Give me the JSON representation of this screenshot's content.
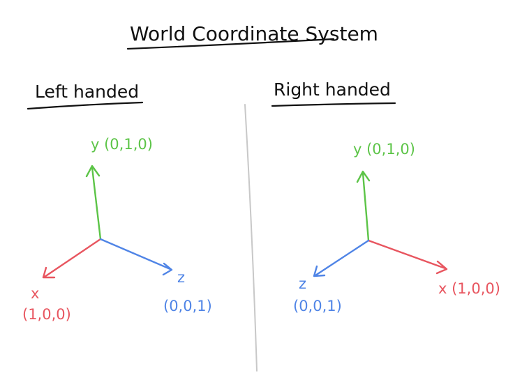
{
  "title": "World Coordinate System",
  "colors": {
    "ink": "#111111",
    "x_axis": "#e8555f",
    "y_axis": "#5cc447",
    "z_axis": "#4f84e6",
    "divider": "#c8c8c8"
  },
  "left": {
    "heading": "Left handed",
    "y_label": "y (0,1,0)",
    "x_label": "x",
    "x_coords": "(1,0,0)",
    "z_label": "z",
    "z_coords": "(0,0,1)"
  },
  "right": {
    "heading": "Right handed",
    "y_label": "y (0,1,0)",
    "x_label": "x (1,0,0)",
    "z_label": "z",
    "z_coords": "(0,0,1)"
  }
}
